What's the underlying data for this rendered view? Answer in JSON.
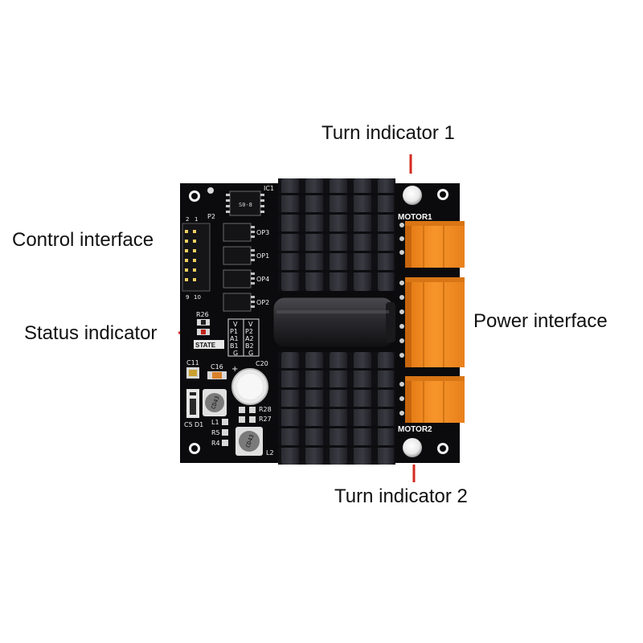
{
  "callouts": {
    "turn_indicator_1": "Turn indicator 1",
    "control_interface": "Control interface",
    "status_indicator": "Status indicator",
    "power_interface": "Power interface",
    "turn_indicator_2": "Turn indicator 2"
  },
  "board": {
    "ic1": "IC1",
    "p2": "P2",
    "ic_marking": "S0-8",
    "op_labels": [
      "OP3",
      "OP1",
      "OP4",
      "OP2"
    ],
    "header_numbers": [
      "2",
      "1",
      "9",
      "10"
    ],
    "r26": "R26",
    "state": "STATE",
    "pin_col1": [
      "V",
      "P1",
      "A1",
      "B1",
      "G"
    ],
    "pin_col2": [
      "V",
      "P2",
      "A2",
      "B2",
      "G"
    ],
    "c11": "C11",
    "c16": "C16",
    "c20": "C20",
    "c5": "C5",
    "d1": "D1",
    "cd43": "CD43",
    "r28": "R28",
    "r27": "R27",
    "l1": "L1",
    "r5": "R5",
    "r4": "R4",
    "l2": "L2",
    "motor1": "MOTOR1",
    "motor2": "MOTOR2",
    "plus": "+"
  },
  "colors": {
    "pcb": "#0b0b0d",
    "heatsink": "#1c1c22",
    "terminal": "#f5891f",
    "indicator_line": "#d42a1e",
    "status_led": "#c4231a"
  }
}
